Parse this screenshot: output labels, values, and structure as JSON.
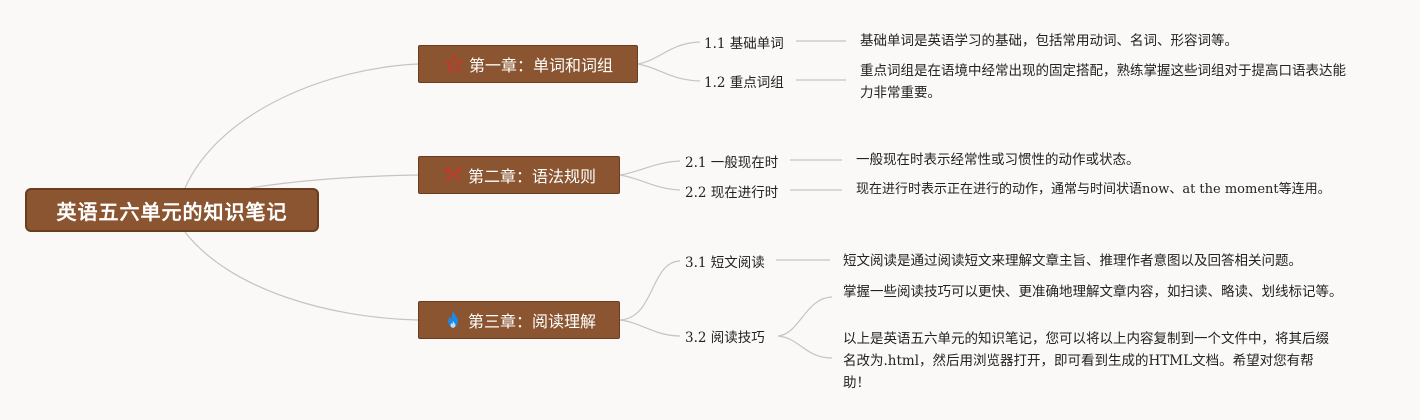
{
  "root": {
    "title": "英语五六单元的知识笔记"
  },
  "chapters": [
    {
      "title": "第一章：单词和词组",
      "icon": "star-icon",
      "icon_color": "#c0392b",
      "items": [
        {
          "label": "1.1 基础单词",
          "desc": "基础单词是英语学习的基础，包括常用动词、名词、形容词等。"
        },
        {
          "label": "1.2 重点词组",
          "desc": "重点词组是在语境中经常出现的固定搭配，熟练掌握这些词组对于提高口语表达能力非常重要。"
        }
      ]
    },
    {
      "title": "第二章：语法规则",
      "icon": "tools-icon",
      "icon_color": "#c0392b",
      "items": [
        {
          "label": "2.1 一般现在时",
          "desc": "一般现在时表示经常性或习惯性的动作或状态。"
        },
        {
          "label": "2.2 现在进行时",
          "desc": "现在进行时表示正在进行的动作，通常与时间状语now、at the moment等连用。"
        }
      ]
    },
    {
      "title": "第三章：阅读理解",
      "icon": "flame-icon",
      "icon_color": "#1e88e5",
      "items": [
        {
          "label": "3.1 短文阅读",
          "desc": "短文阅读是通过阅读短文来理解文章主旨、推理作者意图以及回答相关问题。"
        },
        {
          "label": "3.2 阅读技巧",
          "descs": [
            "掌握一些阅读技巧可以更快、更准确地理解文章内容，如扫读、略读、划线标记等。",
            "以上是英语五六单元的知识笔记，您可以将以上内容复制到一个文件中，将其后缀名改为.html，然后用浏览器打开，即可看到生成的HTML文档。希望对您有帮助！"
          ]
        }
      ]
    }
  ],
  "colors": {
    "node_fill": "#8a5530",
    "node_border": "#6a3d1f",
    "link": "#c8c3bd",
    "background": "#fbf9f7"
  }
}
